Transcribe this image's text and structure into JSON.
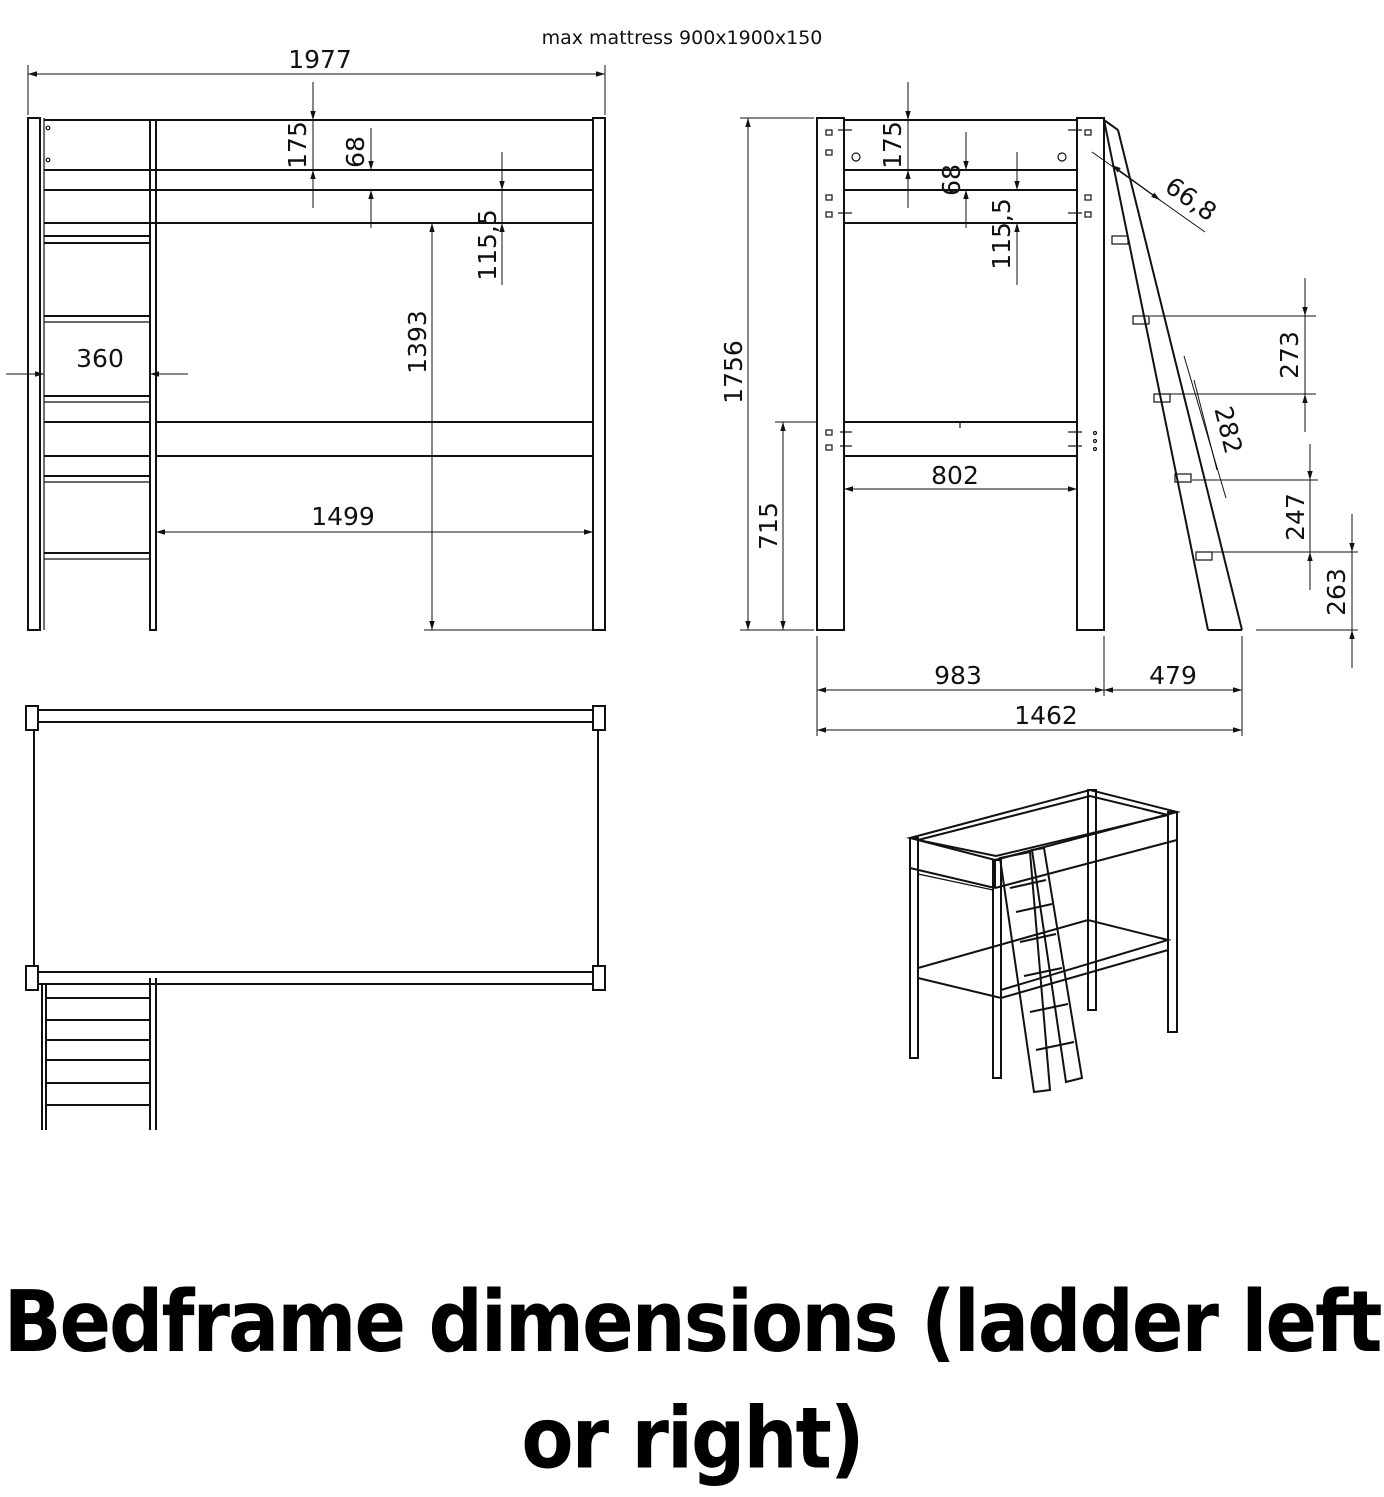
{
  "note": "max mattress 900x1900x150",
  "caption": "Bedframe dimensions (ladder left or right)",
  "front_view": {
    "overall_length": "1977",
    "rail_top": "175",
    "rail_gap": "68",
    "rail_lower": "115,5",
    "clear_height": "1393",
    "ladder_width": "360",
    "inner_length": "1499"
  },
  "side_view": {
    "overall_height": "1756",
    "rail_top": "175",
    "rail_gap": "68",
    "rail_lower": "115,5",
    "ladder_angle": "66,8",
    "step_spacing_1": "273",
    "step_spacing_2": "282",
    "step_spacing_3": "247",
    "step_bottom": "263",
    "lower_rail_height": "715",
    "inner_width": "802",
    "frame_depth": "983",
    "ladder_offset": "479",
    "overall_depth": "1462"
  }
}
